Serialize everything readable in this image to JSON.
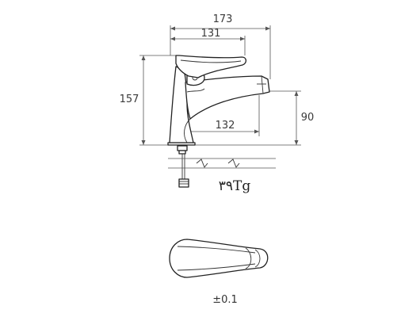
{
  "dimensions": {
    "overall_width": "173",
    "handle_width": "131",
    "total_height": "157",
    "spout_height": "90",
    "spout_reach": "132"
  },
  "model_code": "۳۹Tg",
  "tolerance": "±0.1"
}
